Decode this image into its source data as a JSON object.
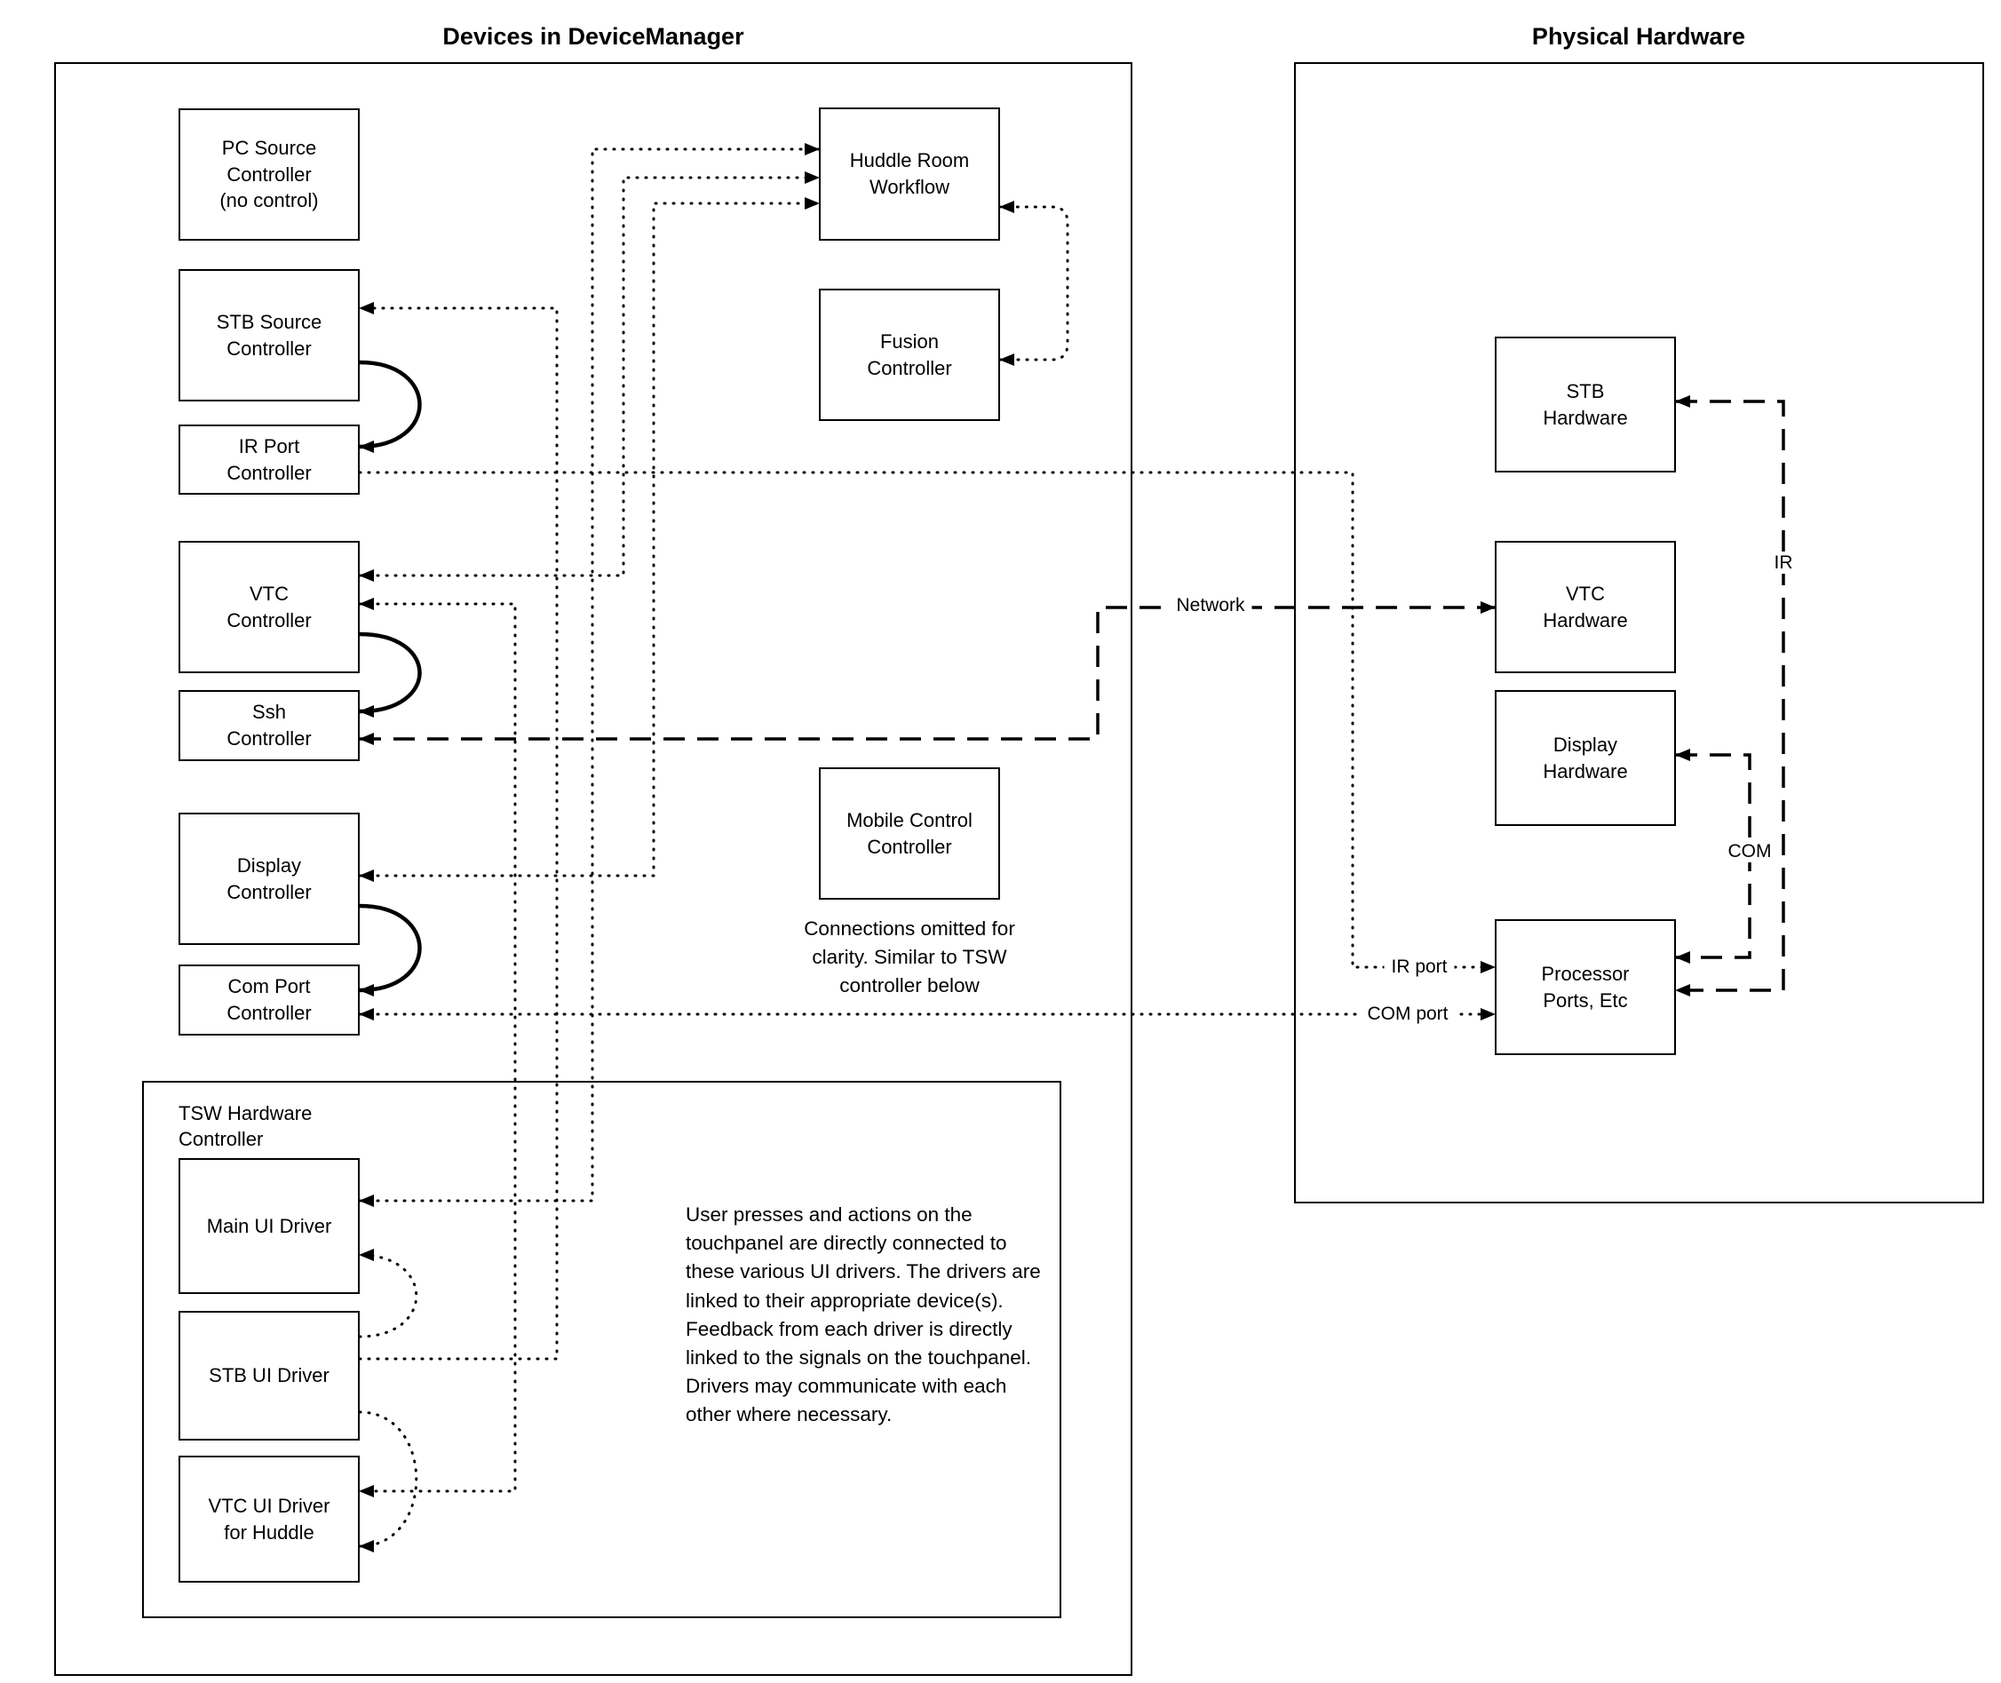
{
  "titles": {
    "left": "Devices in DeviceManager",
    "right": "Physical Hardware"
  },
  "device_manager": {
    "pc_source": "PC Source\nController\n(no control)",
    "stb_source": "STB Source\nController",
    "ir_port": "IR Port\nController",
    "vtc": "VTC\nController",
    "ssh": "Ssh\nController",
    "display": "Display\nController",
    "com_port": "Com Port\nController",
    "huddle": "Huddle Room\nWorkflow",
    "fusion": "Fusion\nController",
    "mobile": "Mobile Control\nController",
    "mobile_note": "Connections omitted for\nclarity. Similar to TSW\ncontroller below",
    "tsw_label": "TSW Hardware\nController",
    "main_ui": "Main UI Driver",
    "stb_ui": "STB UI Driver",
    "vtc_ui": "VTC UI Driver\nfor Huddle",
    "tsw_note": "User presses and actions on the touchpanel are directly connected to these various UI drivers.  The drivers are linked to their appropriate device(s). Feedback from each driver is directly linked to the signals on the touchpanel. Drivers may communicate with each other where necessary."
  },
  "hardware": {
    "stb": "STB\nHardware",
    "vtc": "VTC\nHardware",
    "display": "Display\nHardware",
    "processor": "Processor\nPorts, Etc"
  },
  "line_labels": {
    "network": "Network",
    "ir": "IR",
    "com": "COM",
    "ir_port": "IR port",
    "com_port": "COM port"
  },
  "colors": {
    "line": "#000000",
    "background": "#ffffff",
    "text": "#000000"
  }
}
